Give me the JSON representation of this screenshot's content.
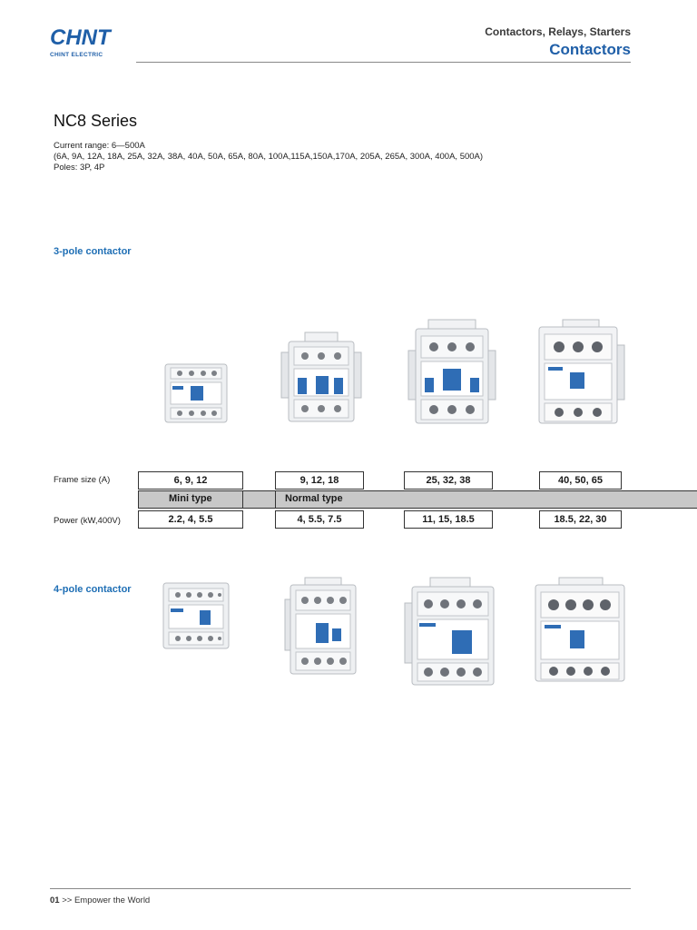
{
  "header": {
    "logo_text": "CHNT",
    "logo_sub": "CHINT ELECTRIC",
    "category": "Contactors, Relays, Starters",
    "section_title": "Contactors"
  },
  "series": {
    "title": "NC8 Series",
    "current_range": "Current range: 6—500A",
    "ratings": "(6A, 9A, 12A, 18A, 25A, 32A, 38A, 40A, 50A, 65A, 80A, 100A,115A,150A,170A, 205A, 265A, 300A, 400A, 500A)",
    "poles": "Poles: 3P, 4P"
  },
  "three_pole": {
    "heading": "3-pole contactor"
  },
  "four_pole": {
    "heading": "4-pole contactor"
  },
  "table": {
    "frame_label": "Frame size (A)",
    "power_label": "Power (kW,400V)",
    "frames": [
      "6, 9, 12",
      "9, 12, 18",
      "25, 32, 38",
      "40, 50, 65"
    ],
    "types": [
      "Mini type",
      "Normal type"
    ],
    "powers": [
      "2.2, 4, 5.5",
      "4, 5.5, 7.5",
      "11, 15, 18.5",
      "18.5, 22, 30"
    ]
  },
  "footer": {
    "page": "01",
    "sep": ">>",
    "tagline": "Empower the World"
  },
  "colors": {
    "brand": "#1f5fa8",
    "section": "#1f6fb5",
    "type_bar": "#c8c8c8"
  }
}
